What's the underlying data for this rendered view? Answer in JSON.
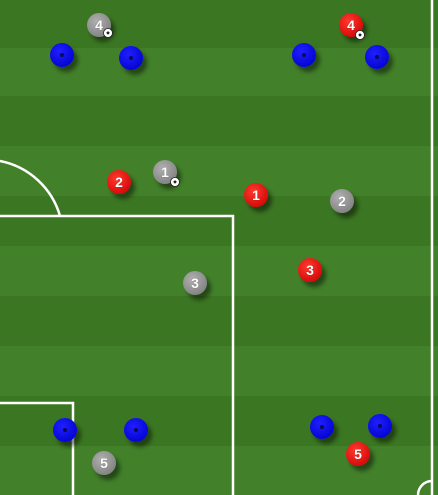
{
  "pitch": {
    "grass_dark": "#3a7522",
    "grass_light": "#428229",
    "line_color": "#ffffff"
  },
  "players": [
    {
      "id": "red-1",
      "team": "red",
      "label": "1"
    },
    {
      "id": "red-2",
      "team": "red",
      "label": "2"
    },
    {
      "id": "red-3",
      "team": "red",
      "label": "3"
    },
    {
      "id": "red-4",
      "team": "red",
      "label": "4",
      "has_ball": true
    },
    {
      "id": "red-5",
      "team": "red",
      "label": "5"
    },
    {
      "id": "grey-1",
      "team": "grey",
      "label": "1",
      "has_ball": true
    },
    {
      "id": "grey-2",
      "team": "grey",
      "label": "2"
    },
    {
      "id": "grey-3",
      "team": "grey",
      "label": "3"
    },
    {
      "id": "grey-4",
      "team": "grey",
      "label": "4",
      "has_ball": true
    },
    {
      "id": "grey-5",
      "team": "grey",
      "label": "5"
    }
  ],
  "cones": {
    "color": "#0707d8",
    "count": 8
  },
  "team_colors": {
    "red": "#e01010",
    "grey": "#8c8c8c",
    "blue": "#0707d8"
  }
}
